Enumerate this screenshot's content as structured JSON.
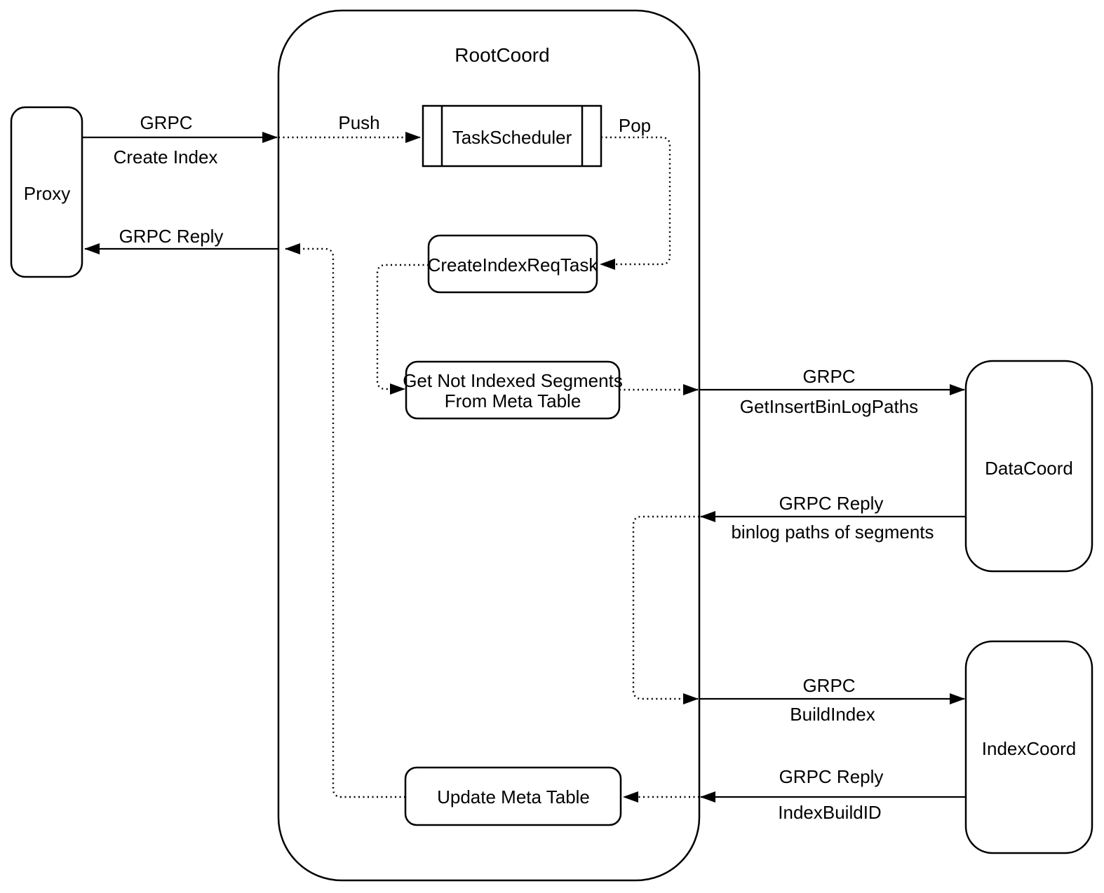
{
  "diagram": {
    "nodes": {
      "proxy": "Proxy",
      "root_coord": "RootCoord",
      "task_scheduler": "TaskScheduler",
      "create_index_req_task": "CreateIndexReqTask",
      "get_not_indexed_segments": {
        "line1": "Get Not Indexed Segments",
        "line2": "From Meta Table"
      },
      "update_meta_table": "Update Meta Table",
      "data_coord": "DataCoord",
      "index_coord": "IndexCoord"
    },
    "edges": {
      "create_index": {
        "protocol": "GRPC",
        "method": "Create Index"
      },
      "grpc_reply_to_proxy": {
        "protocol": "GRPC Reply"
      },
      "push": {
        "label": "Push"
      },
      "pop": {
        "label": "Pop"
      },
      "get_insert_bin_log_paths": {
        "protocol": "GRPC",
        "method": "GetInsertBinLogPaths"
      },
      "binlog_paths_reply": {
        "protocol": "GRPC Reply",
        "method": "binlog paths of segments"
      },
      "build_index": {
        "protocol": "GRPC",
        "method": "BuildIndex"
      },
      "index_build_id_reply": {
        "protocol": "GRPC Reply",
        "method": "IndexBuildID"
      }
    },
    "colors": {
      "stroke": "#000000",
      "background": "#ffffff",
      "text": "#000000"
    }
  }
}
